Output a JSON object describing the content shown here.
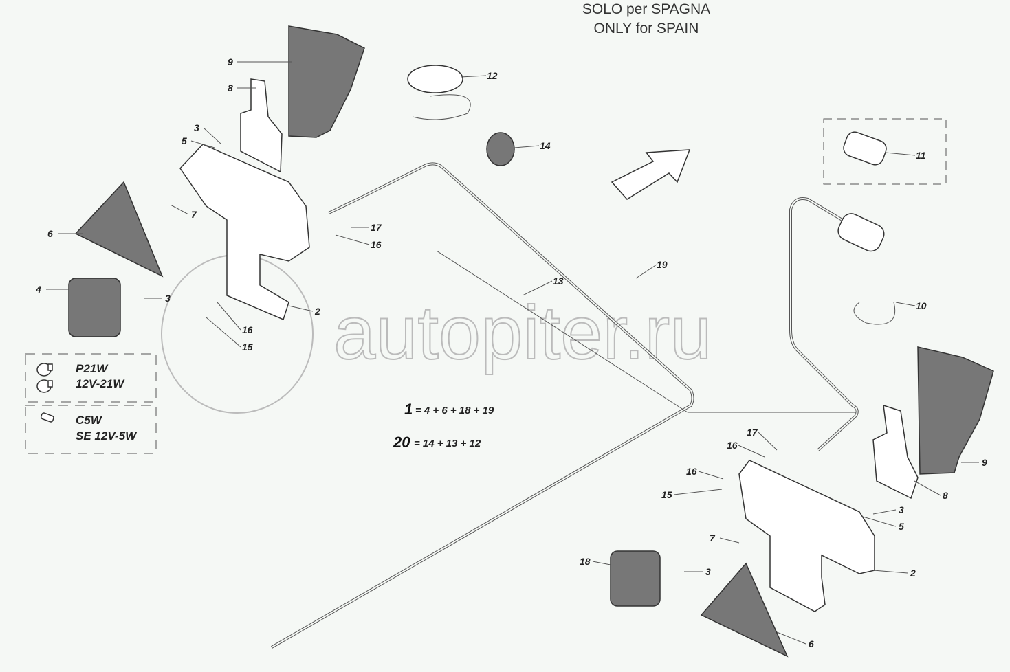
{
  "header": {
    "line1": "SOLO per SPAGNA",
    "line2": "ONLY for SPAIN"
  },
  "watermark": "autopiter.ru",
  "legend": {
    "bulb1": {
      "line1": "P21W",
      "line2": "12V-21W"
    },
    "bulb2": {
      "line1": "C5W",
      "line2": "SE 12V-5W"
    }
  },
  "formulas": [
    {
      "lhs": "1",
      "rhs": "= 4 + 6 + 18 + 19"
    },
    {
      "lhs": "20",
      "rhs": "= 14 + 13 + 12"
    }
  ],
  "callouts": [
    "9",
    "8",
    "3",
    "5",
    "7",
    "6",
    "4",
    "3",
    "16",
    "15",
    "2",
    "17",
    "16",
    "12",
    "14",
    "13",
    "19",
    "11",
    "10",
    "9",
    "8",
    "17",
    "16",
    "16",
    "15",
    "3",
    "5",
    "7",
    "3",
    "18",
    "2",
    "6"
  ]
}
